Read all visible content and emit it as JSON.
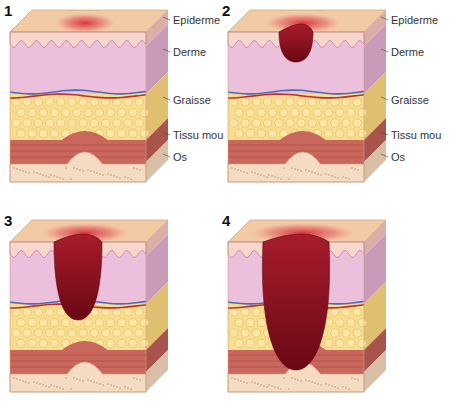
{
  "diagram": {
    "labels": [
      "1",
      "Epiderme",
      "Derme",
      "Graisse",
      "Tissu mou",
      "Os",
      "2",
      "Epiderme",
      "Derme",
      "Graisse",
      "Tissu mou",
      "Os",
      "3",
      "4"
    ]
  }
}
